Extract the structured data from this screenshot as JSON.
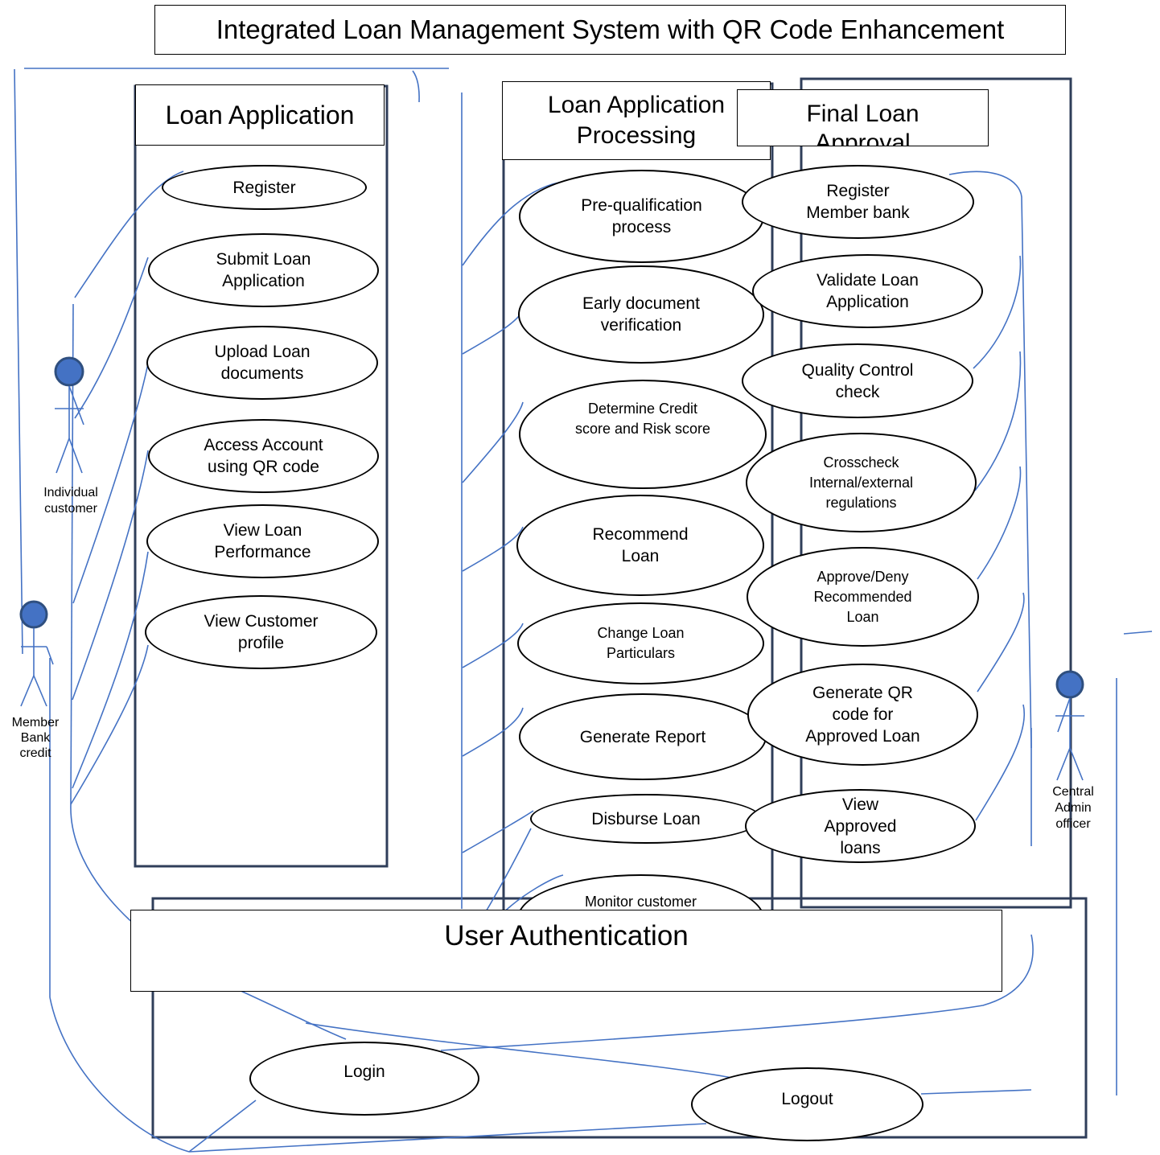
{
  "title": "Integrated Loan Management System with QR Code Enhancement",
  "packages": {
    "loan_application": {
      "title": "Loan Application",
      "use_cases": [
        "Register",
        "Submit Loan Application",
        "Upload Loan documents",
        "Access Account using QR code",
        "View Loan Performance",
        "View Customer profile"
      ]
    },
    "loan_processing": {
      "title": "Loan Application Processing",
      "use_cases": [
        "Pre-qualification process",
        "Early document verification",
        "Determine Credit score and Risk score",
        "Recommend Loan",
        "Change Loan Particulars",
        "Generate Report",
        "Disburse Loan",
        "Monitor customer"
      ]
    },
    "final_approval": {
      "title": "Final Loan Approval",
      "use_cases": [
        "Register Member bank",
        "Validate Loan Application",
        "Quality Control check",
        "Crosscheck Internal/external regulations",
        "Approve/Deny Recommended Loan",
        "Generate QR code for Approved Loan",
        "View Approved loans"
      ]
    },
    "user_authentication": {
      "title": "User Authentication",
      "use_cases": [
        "Login",
        "Logout"
      ]
    }
  },
  "actors": {
    "individual_customer": "Individual customer",
    "member_bank": "Member Bank credit",
    "central_admin": "Central Admin officer"
  },
  "colors": {
    "line": "#4472C4",
    "actor_fill": "#4472C4",
    "actor_outline": "#2F4F7F",
    "package_border": "#2F3E5A"
  }
}
